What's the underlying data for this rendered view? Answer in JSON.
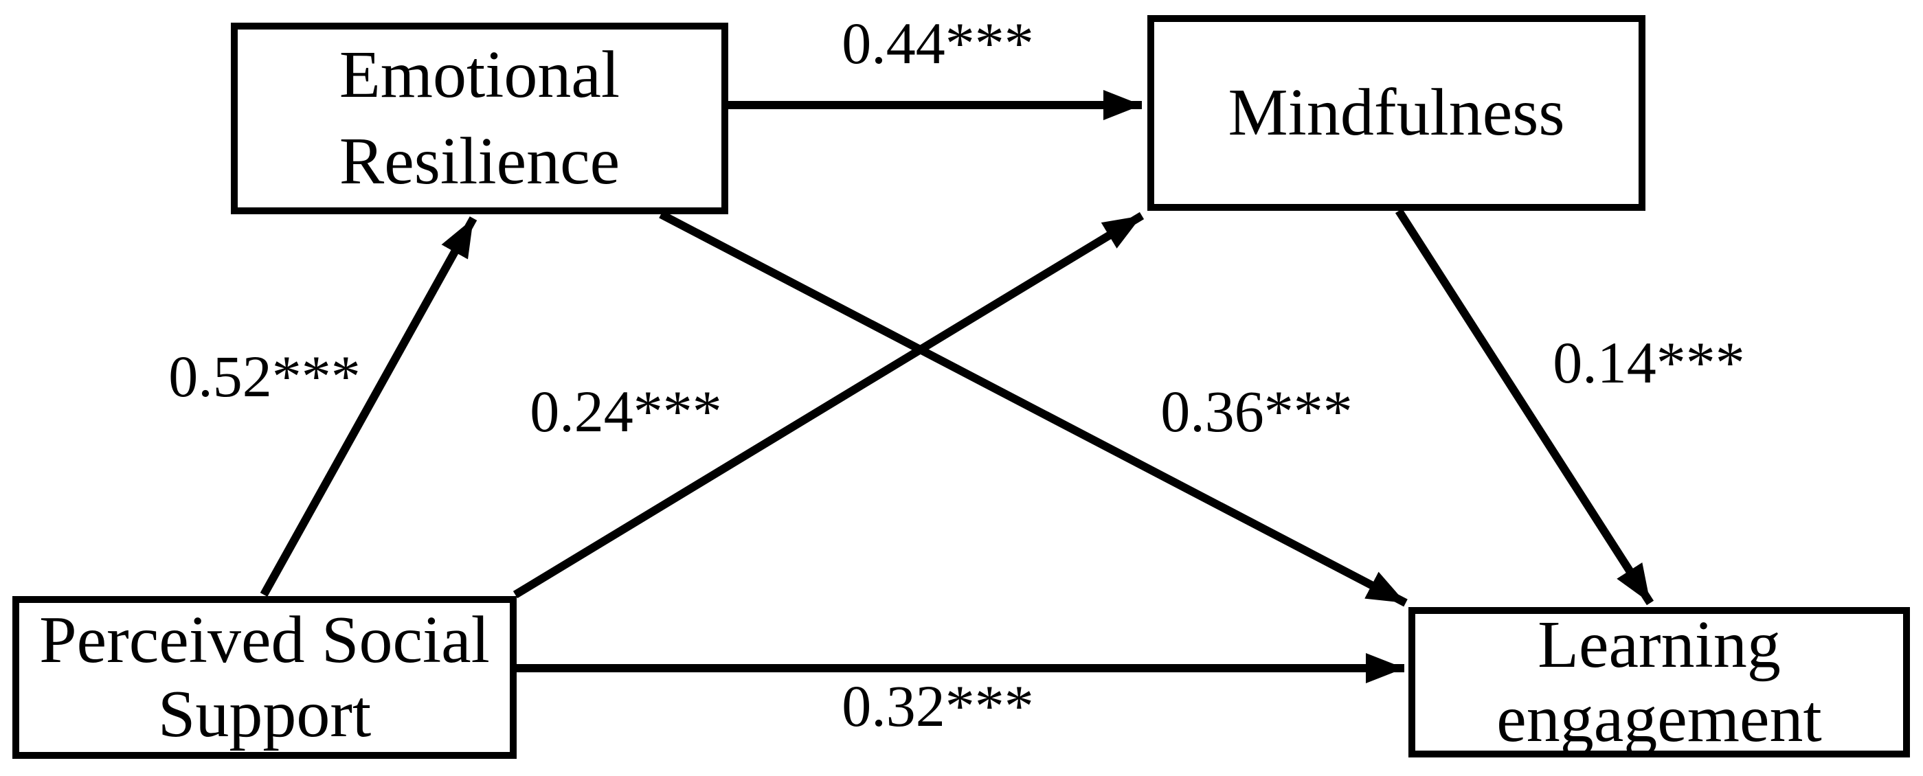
{
  "diagram": {
    "type": "path-model",
    "colors": {
      "background": "#ffffff",
      "stroke": "#000000",
      "text": "#000000"
    },
    "nodes": {
      "emotional_resilience": {
        "line1": "Emotional",
        "line2": "Resilience"
      },
      "mindfulness": {
        "line1": "Mindfulness"
      },
      "perceived_social_support": {
        "line1": "Perceived Social",
        "line2": "Support"
      },
      "learning_engagement": {
        "line1": "Learning",
        "line2": "engagement"
      }
    },
    "edges": {
      "er_to_m": {
        "from": "Emotional Resilience",
        "to": "Mindfulness",
        "coefficient": "0.44***"
      },
      "pss_to_er": {
        "from": "Perceived Social Support",
        "to": "Emotional Resilience",
        "coefficient": "0.52***"
      },
      "pss_to_m": {
        "from": "Perceived Social Support",
        "to": "Mindfulness",
        "coefficient": "0.24***"
      },
      "er_to_le": {
        "from": "Emotional Resilience",
        "to": "Learning engagement",
        "coefficient": "0.36***"
      },
      "m_to_le": {
        "from": "Mindfulness",
        "to": "Learning engagement",
        "coefficient": "0.14***"
      },
      "pss_to_le": {
        "from": "Perceived Social Support",
        "to": "Learning engagement",
        "coefficient": "0.32***"
      }
    }
  }
}
